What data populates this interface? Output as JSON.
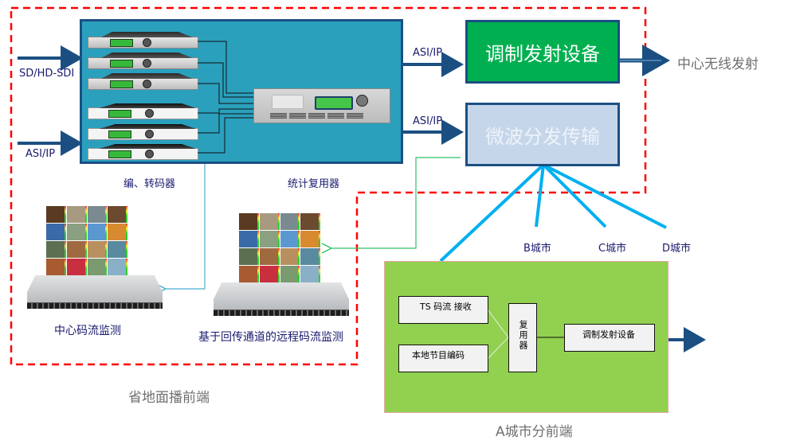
{
  "diagram": {
    "title_region_province": "省地面播前端",
    "title_region_cityA": "A城市分前端",
    "inputs": [
      {
        "label": "SD/HD-SDI"
      },
      {
        "label": "ASI/IP"
      }
    ],
    "encoders": {
      "label": "编、转码器",
      "count": 6
    },
    "multiplexer": {
      "label": "统计复用器"
    },
    "outputs": [
      {
        "link_label": "ASI/IP",
        "target": "调制发射设备"
      },
      {
        "link_label": "ASI/IP",
        "target": "微波分发传输"
      }
    ],
    "central_broadcast": "中心无线发射",
    "monitors": [
      {
        "label": "中心码流监测"
      },
      {
        "label": "基于回传通道的远程码流监测"
      }
    ],
    "cities": [
      {
        "label": "B城市"
      },
      {
        "label": "C城市"
      },
      {
        "label": "D城市"
      }
    ],
    "cityA": {
      "ts_receive": "TS 码流 接收",
      "local_encode": "本地节目编码",
      "mux": "复用器",
      "mod": "调制发射设备"
    },
    "colors": {
      "panel_blue": "#2aa0bd",
      "border_navy": "#1b4f82",
      "mod_green": "#00b050",
      "microwave_blue": "#c6d6ea",
      "link_cyan": "#00b0f0",
      "region_dash_red": "#ff0000",
      "cityA_green": "#92d050",
      "return_green": "#00b050",
      "monitor_line": "#4aaed0"
    }
  }
}
